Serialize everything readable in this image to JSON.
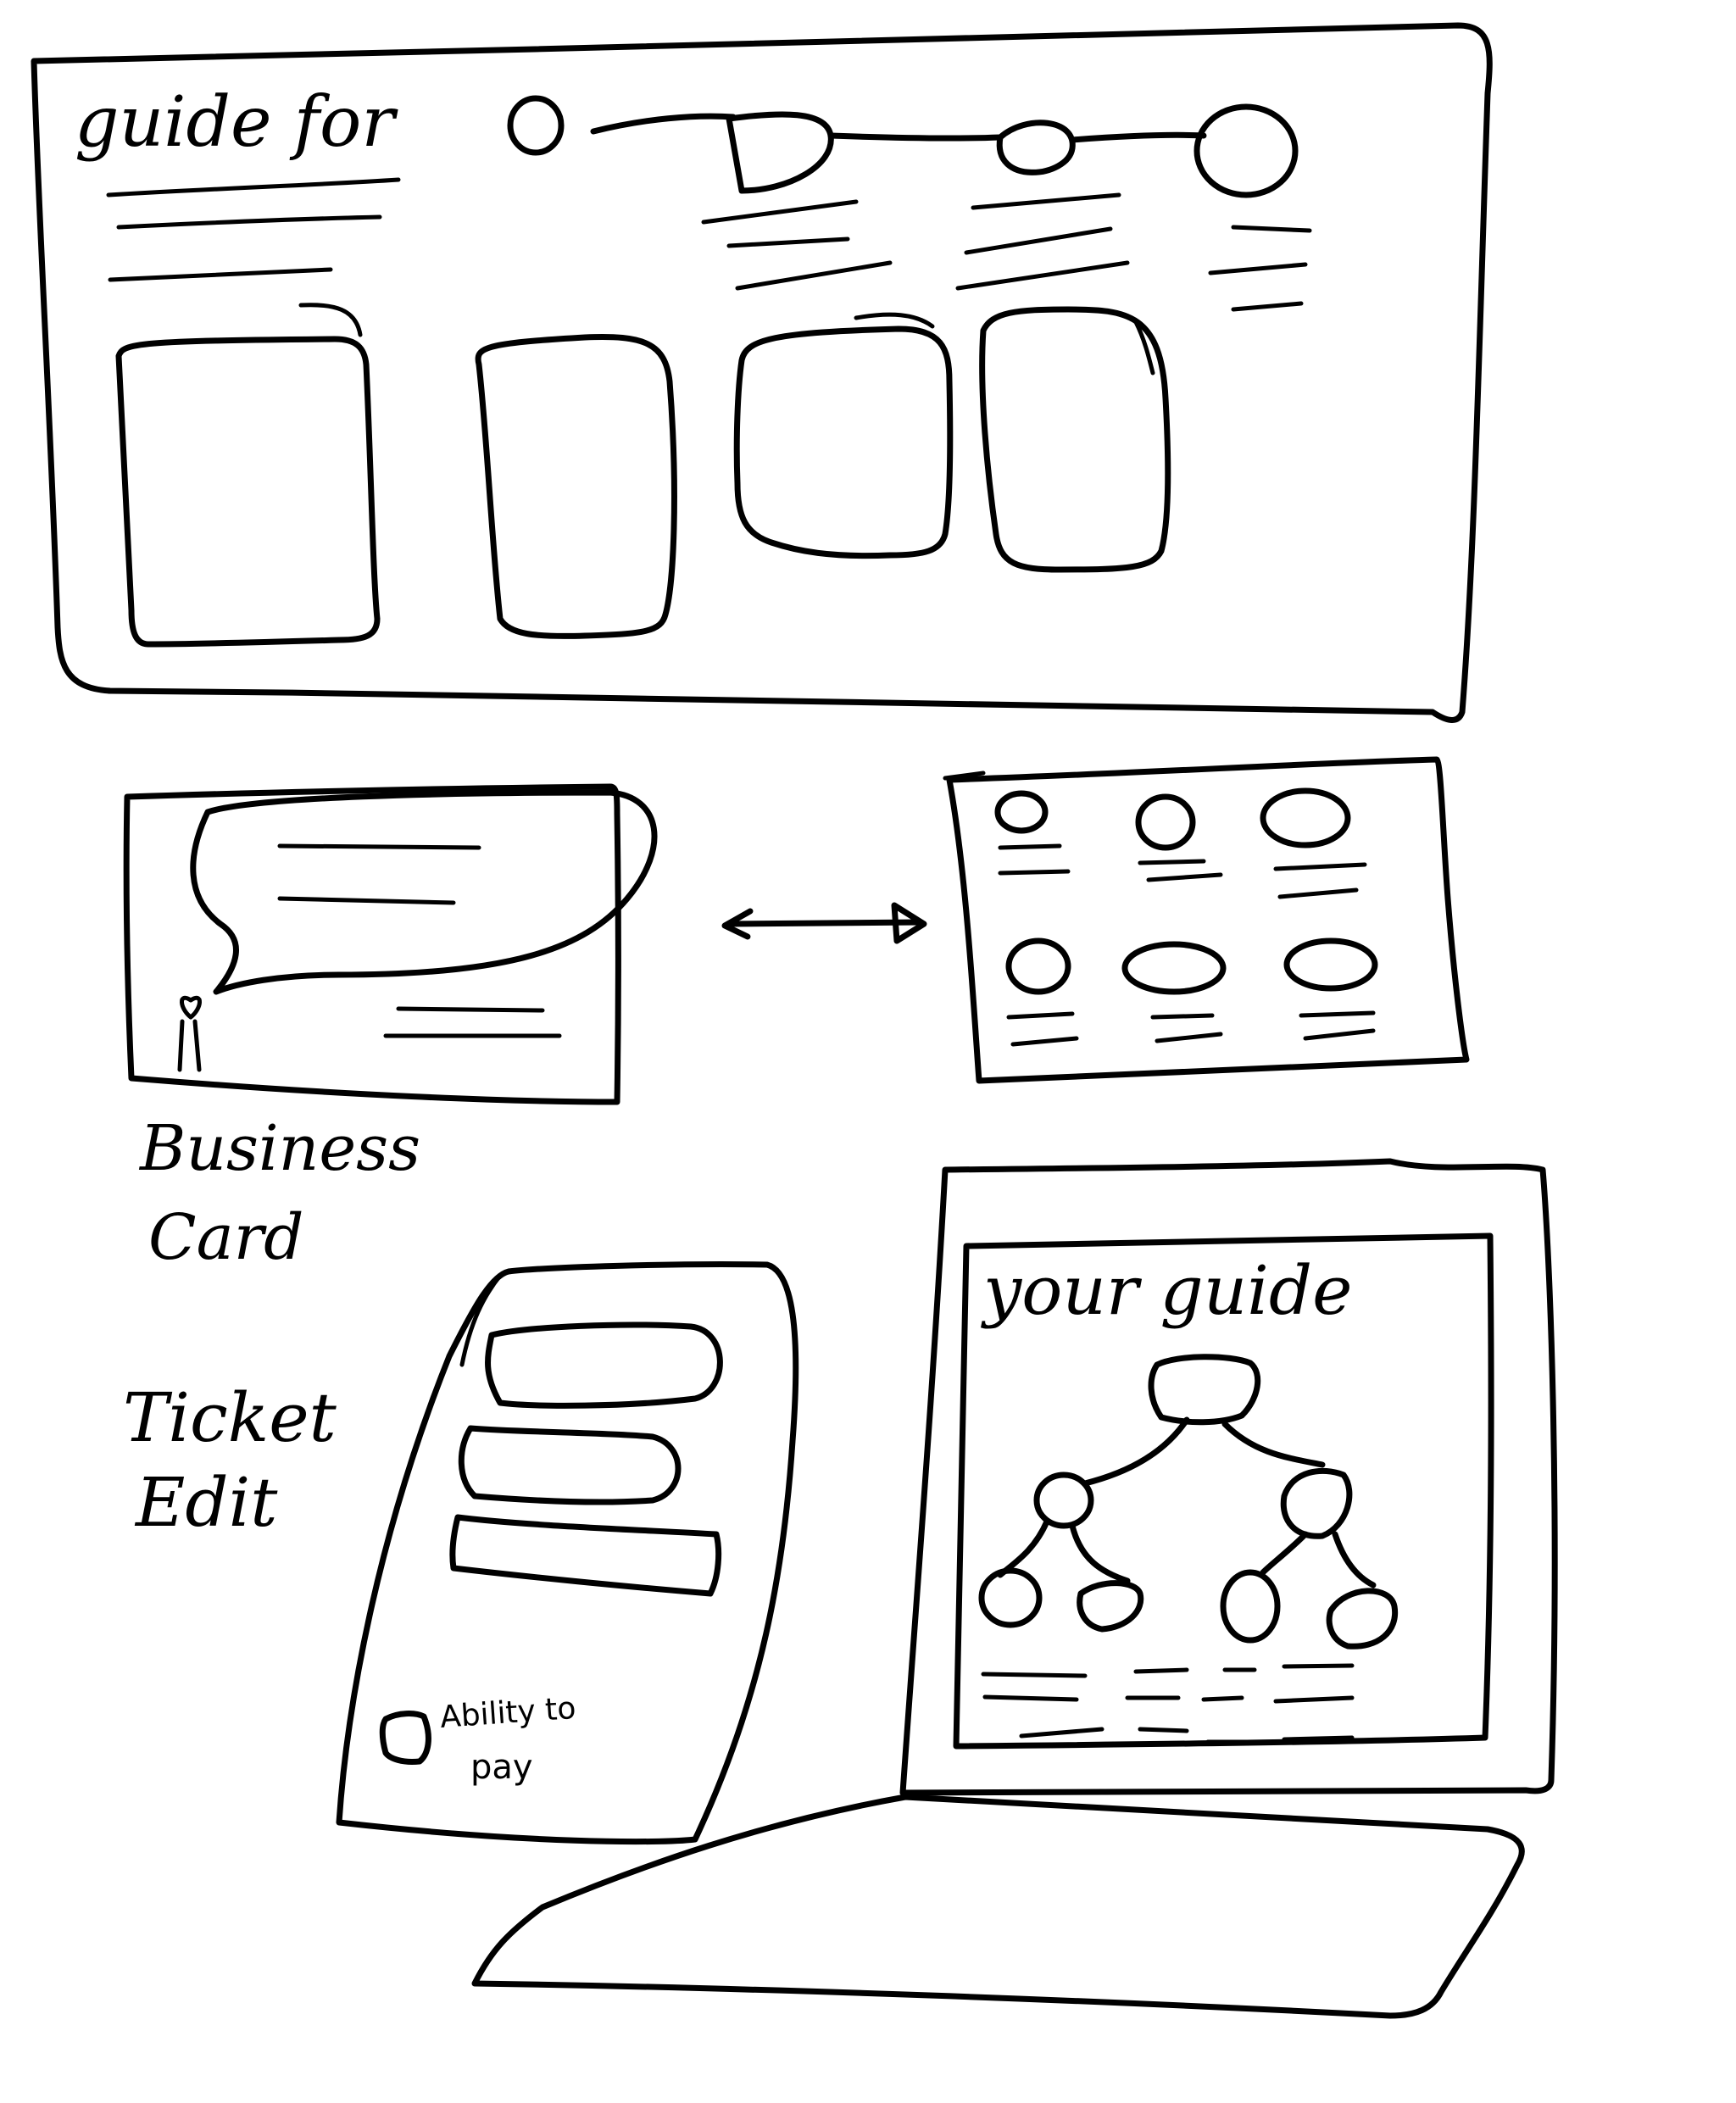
{
  "guide_screen": {
    "title": "guide for",
    "steps_count": 4,
    "cards_count": 4
  },
  "business_card": {
    "label_line1": "Business",
    "label_line2": "Card"
  },
  "ticket_edit": {
    "label_line1": "Ticket",
    "label_line2": "Edit",
    "checkbox_label_line1": "Ability to",
    "checkbox_label_line2": "pay"
  },
  "your_guide": {
    "title": "your guide"
  }
}
